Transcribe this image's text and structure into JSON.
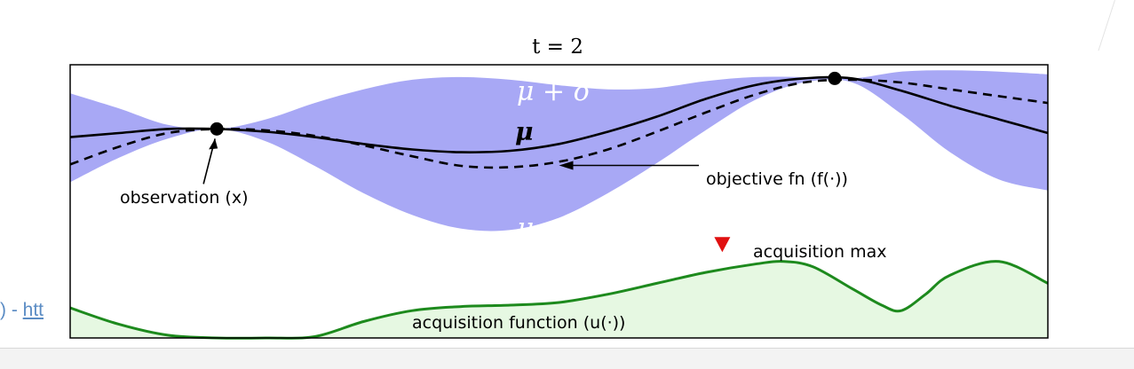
{
  "chart_data": {
    "type": "line",
    "title": "t = 2",
    "xlabel": "",
    "ylabel": "",
    "xlim": [
      0,
      1
    ],
    "ylim": [
      0,
      1
    ],
    "grid": false,
    "series": [
      {
        "name": "μ",
        "x": [
          0,
          0.05,
          0.1,
          0.15,
          0.2,
          0.25,
          0.3,
          0.35,
          0.4,
          0.45,
          0.5,
          0.55,
          0.6,
          0.65,
          0.7,
          0.75,
          0.8,
          0.85,
          0.9,
          0.95,
          1
        ],
        "y": [
          0.735,
          0.75,
          0.765,
          0.765,
          0.755,
          0.735,
          0.71,
          0.69,
          0.68,
          0.685,
          0.71,
          0.755,
          0.81,
          0.875,
          0.925,
          0.95,
          0.95,
          0.905,
          0.85,
          0.8,
          0.75
        ]
      },
      {
        "name": "objective fn (f(·))",
        "x": [
          0,
          0.05,
          0.1,
          0.15,
          0.2,
          0.25,
          0.3,
          0.35,
          0.4,
          0.45,
          0.5,
          0.55,
          0.6,
          0.65,
          0.7,
          0.75,
          0.8,
          0.85,
          0.9,
          0.95,
          1
        ],
        "y": [
          0.635,
          0.7,
          0.75,
          0.765,
          0.76,
          0.74,
          0.705,
          0.665,
          0.63,
          0.625,
          0.645,
          0.69,
          0.755,
          0.825,
          0.89,
          0.935,
          0.945,
          0.935,
          0.91,
          0.885,
          0.86
        ]
      },
      {
        "name": "acquisition function (u(·))",
        "x": [
          0,
          0.05,
          0.1,
          0.15,
          0.2,
          0.25,
          0.3,
          0.35,
          0.4,
          0.45,
          0.5,
          0.55,
          0.6,
          0.65,
          0.7,
          0.73,
          0.76,
          0.8,
          0.83,
          0.85,
          0.875,
          0.9,
          0.95,
          1
        ],
        "y": [
          0.11,
          0.05,
          0.01,
          0,
          0,
          0.005,
          0.06,
          0.1,
          0.115,
          0.12,
          0.13,
          0.16,
          0.2,
          0.24,
          0.27,
          0.28,
          0.26,
          0.18,
          0.12,
          0.1,
          0.16,
          0.23,
          0.28,
          0.2
        ]
      }
    ],
    "band": {
      "upper_label": "μ + σ",
      "lower_label": "μ − σ",
      "x": [
        0,
        0.05,
        0.1,
        0.15,
        0.2,
        0.25,
        0.3,
        0.35,
        0.4,
        0.45,
        0.5,
        0.55,
        0.6,
        0.65,
        0.7,
        0.75,
        0.8,
        0.85,
        0.9,
        0.95,
        1
      ],
      "upper": [
        0.895,
        0.84,
        0.78,
        0.765,
        0.8,
        0.86,
        0.91,
        0.945,
        0.955,
        0.945,
        0.925,
        0.91,
        0.915,
        0.94,
        0.955,
        0.955,
        0.95,
        0.975,
        0.98,
        0.975,
        0.965
      ],
      "lower": [
        0.57,
        0.66,
        0.73,
        0.765,
        0.72,
        0.63,
        0.53,
        0.45,
        0.4,
        0.395,
        0.44,
        0.53,
        0.64,
        0.76,
        0.87,
        0.935,
        0.935,
        0.82,
        0.68,
        0.58,
        0.54
      ]
    },
    "observations": [
      {
        "x": 0.15,
        "y": 0.765
      },
      {
        "x": 0.782,
        "y": 0.95
      }
    ],
    "acquisition_max": {
      "x": 0.667,
      "y": 0.34
    },
    "annotations": {
      "mu": "μ",
      "observation": "observation (x)",
      "objective": "objective fn (f(·))",
      "acq_max": "acquisition max",
      "acq_fn": "acquisition function (u(·))"
    },
    "colors": {
      "band": "#a8a8f5",
      "mean": "#000000",
      "acquisition": "#1d8a1d",
      "acquisition_fill": "#e6f8e2",
      "marker_max": "#e01010",
      "observation": "#000000"
    }
  },
  "page": {
    "left_fragment_prefix": ") - ",
    "left_fragment_link": "htt"
  }
}
